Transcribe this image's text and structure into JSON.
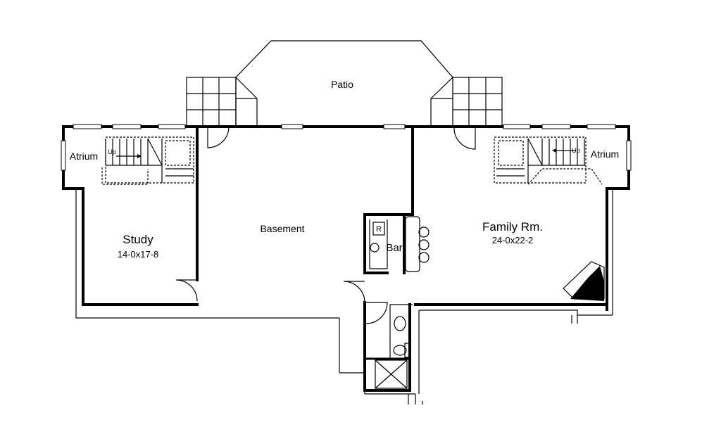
{
  "rooms": {
    "patio": {
      "name": "Patio"
    },
    "atrium_left": {
      "name": "Atrium",
      "stair_label": "Up"
    },
    "atrium_right": {
      "name": "Atrium",
      "stair_label": "Up"
    },
    "study": {
      "name": "Study",
      "dimensions": "14-0x17-8"
    },
    "basement": {
      "name": "Basement"
    },
    "bar": {
      "name": "Bar",
      "fixture_label": "R"
    },
    "family_room": {
      "name": "Family Rm.",
      "dimensions": "24-0x22-2"
    }
  }
}
